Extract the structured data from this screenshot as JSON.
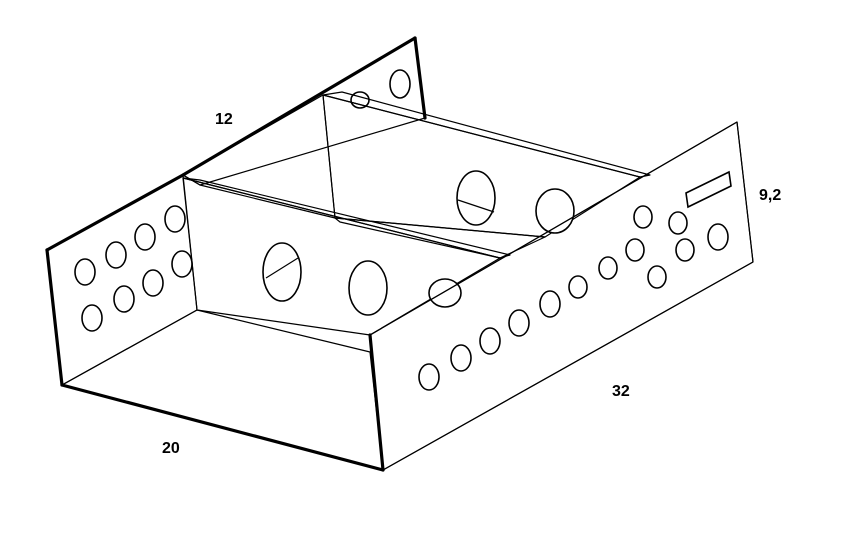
{
  "dimensions": {
    "depth": "12",
    "width": "20",
    "length": "32",
    "height": "9,2"
  },
  "colors": {
    "panel_light": "#f0f0f0",
    "panel_mid": "#e2e2e2",
    "panel_dark": "#d8d8d8",
    "floor": "#dcdcdc",
    "outline": "#000000"
  }
}
